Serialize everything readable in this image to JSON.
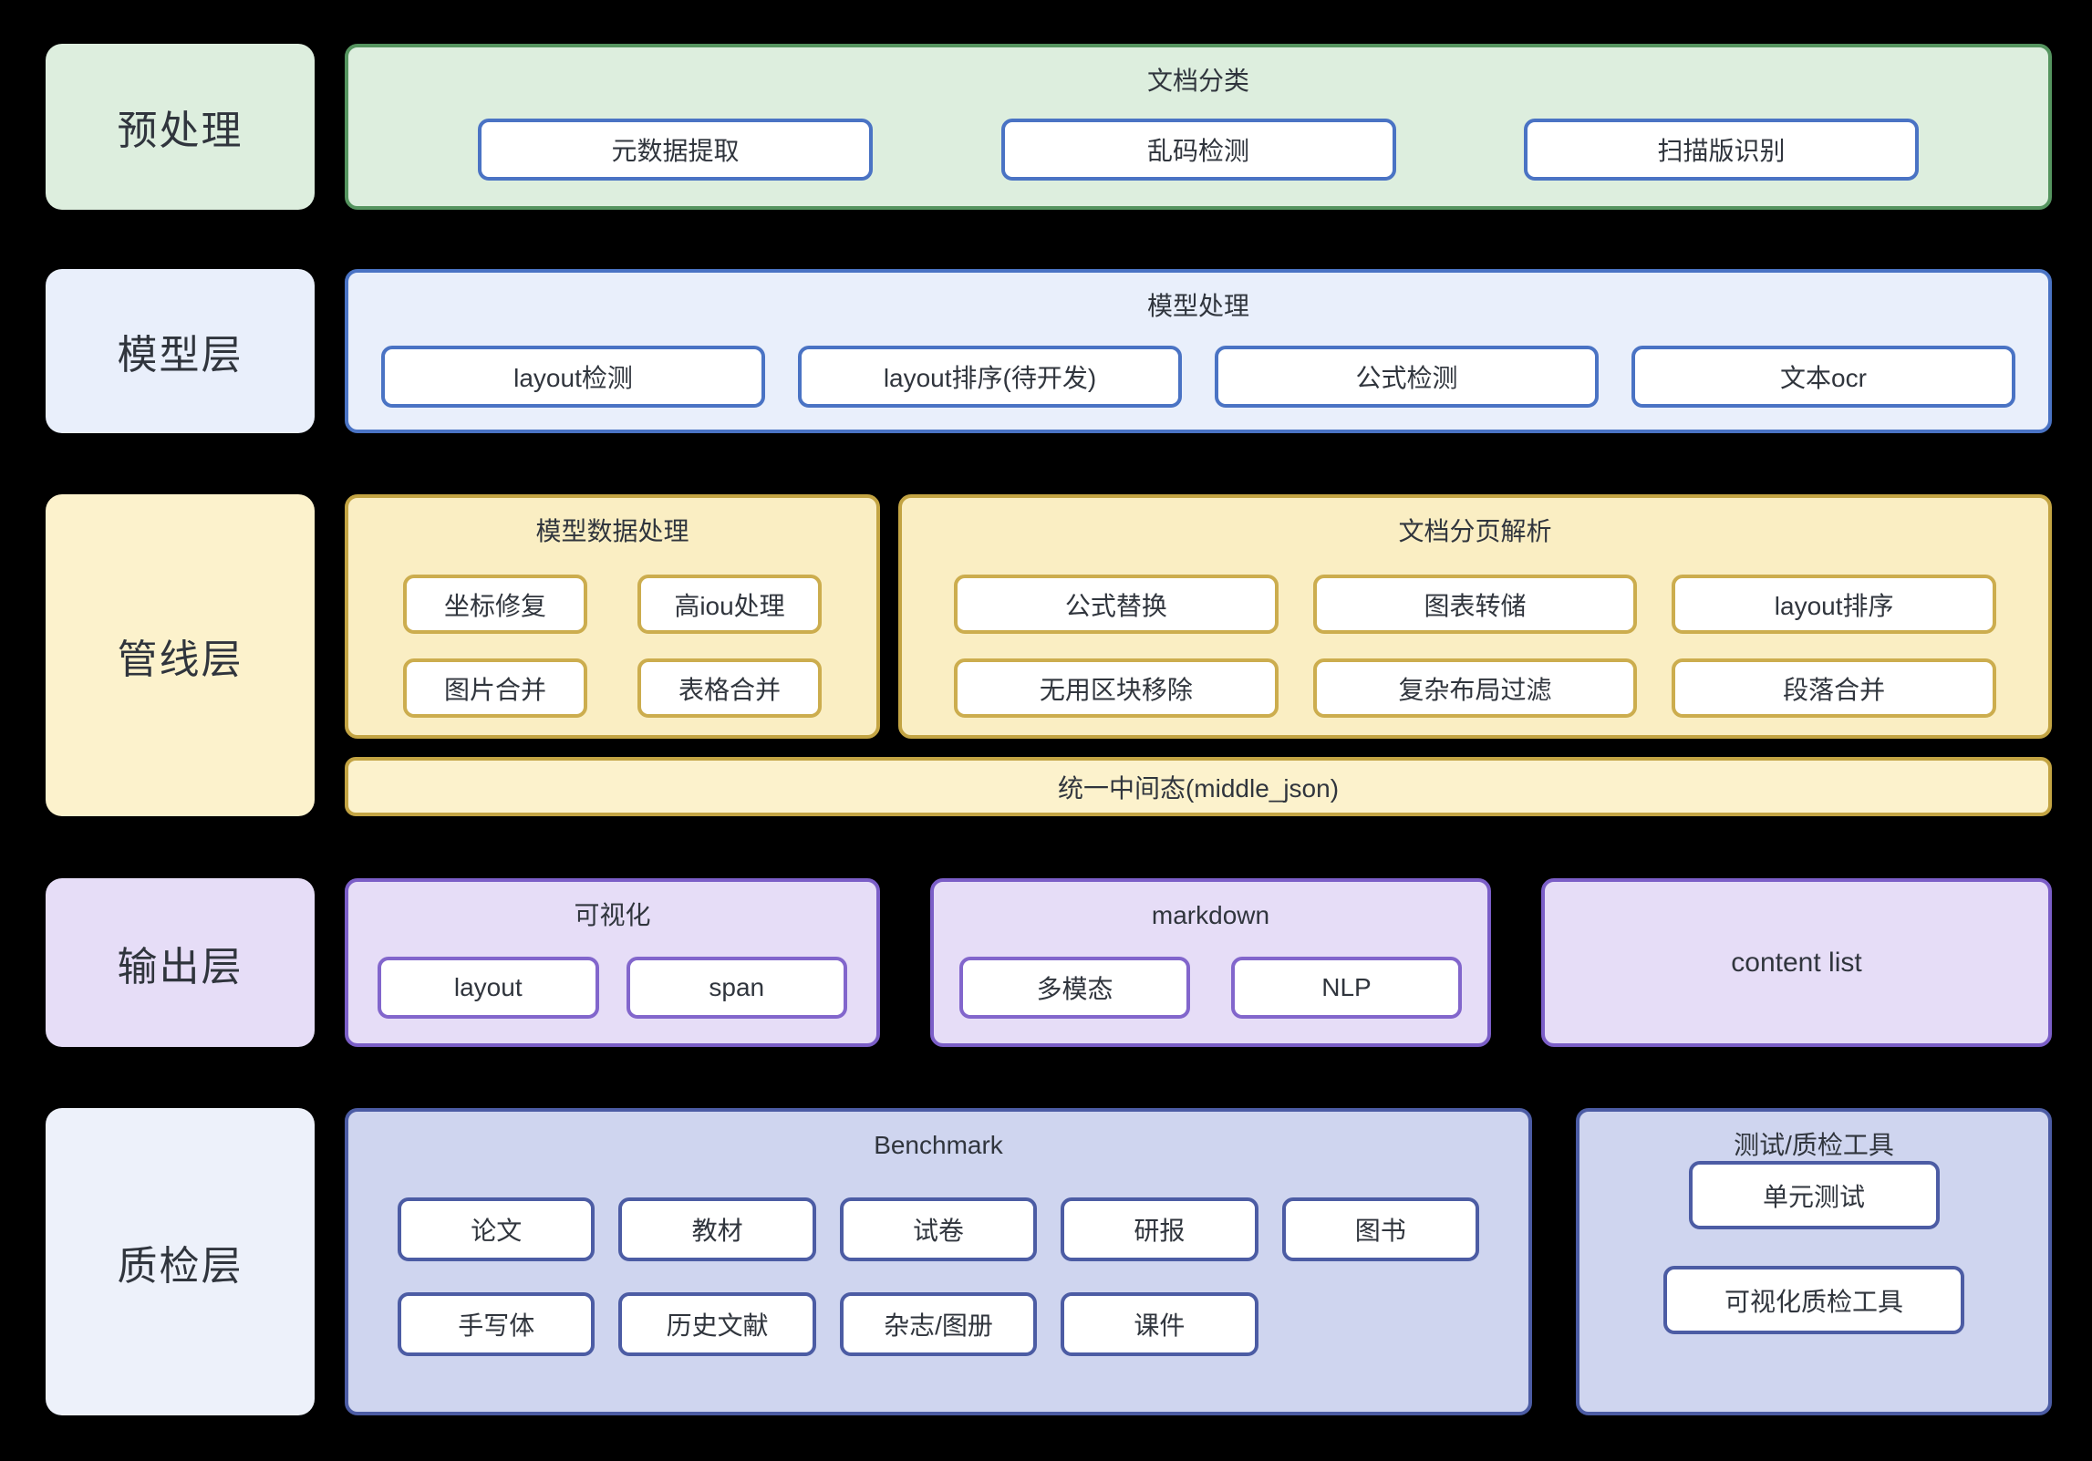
{
  "colors": {
    "background": "#000000",
    "text": "#30353d",
    "green_fill": "#ddeede",
    "green_border": "#55945f",
    "blue_fill": "#e9effb",
    "blue_border": "#4a73c4",
    "yellow_fill": "#faeec3",
    "yellow_fill_light": "#fcf2cc",
    "yellow_border": "#c3a443",
    "gold_node_border": "#ccad4e",
    "purple_fill": "#e6ddf7",
    "purple_border": "#7b5ec7",
    "purple_node_border": "#8266cc",
    "indigo_fill": "#cfd5ef",
    "indigo_border": "#4c5ca4",
    "gray_fill": "#edf1fa",
    "node_fill": "#ffffff"
  },
  "layers": [
    {
      "label": "预处理",
      "groups": [
        {
          "title": "文档分类",
          "items": [
            "元数据提取",
            "乱码检测",
            "扫描版识别"
          ]
        }
      ]
    },
    {
      "label": "模型层",
      "groups": [
        {
          "title": "模型处理",
          "items": [
            "layout检测",
            "layout排序(待开发)",
            "公式检测",
            "文本ocr"
          ]
        }
      ]
    },
    {
      "label": "管线层",
      "groups": [
        {
          "title": "模型数据处理",
          "items": [
            "坐标修复",
            "高iou处理",
            "图片合并",
            "表格合并"
          ]
        },
        {
          "title": "文档分页解析",
          "items": [
            "公式替换",
            "图表转储",
            "layout排序",
            "无用区块移除",
            "复杂布局过滤",
            "段落合并"
          ]
        }
      ],
      "bar": "统一中间态(middle_json)"
    },
    {
      "label": "输出层",
      "groups": [
        {
          "title": "可视化",
          "items": [
            "layout",
            "span"
          ]
        },
        {
          "title": "markdown",
          "items": [
            "多模态",
            "NLP"
          ]
        },
        {
          "title": "content list",
          "items": []
        }
      ]
    },
    {
      "label": "质检层",
      "groups": [
        {
          "title": "Benchmark",
          "items": [
            "论文",
            "教材",
            "试卷",
            "研报",
            "图书",
            "手写体",
            "历史文献",
            "杂志/图册",
            "课件"
          ]
        },
        {
          "title": "测试/质检工具",
          "items": [
            "单元测试",
            "可视化质检工具"
          ]
        }
      ]
    }
  ]
}
